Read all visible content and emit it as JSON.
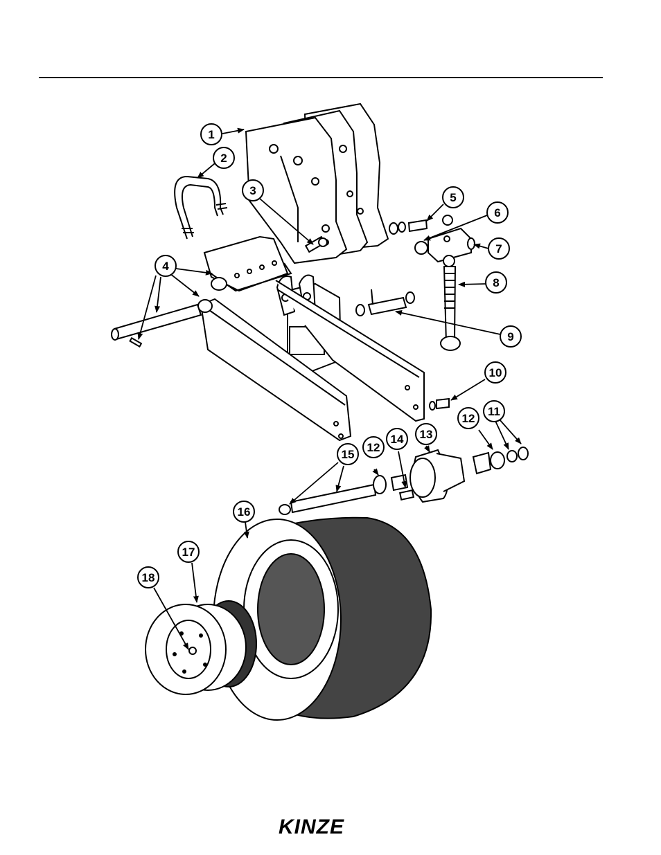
{
  "callouts": [
    "1",
    "2",
    "3",
    "4",
    "5",
    "6",
    "7",
    "8",
    "9",
    "10",
    "11",
    "12",
    "12",
    "13",
    "14",
    "15",
    "16",
    "17",
    "18"
  ],
  "logo": {
    "text": "KINZE"
  }
}
